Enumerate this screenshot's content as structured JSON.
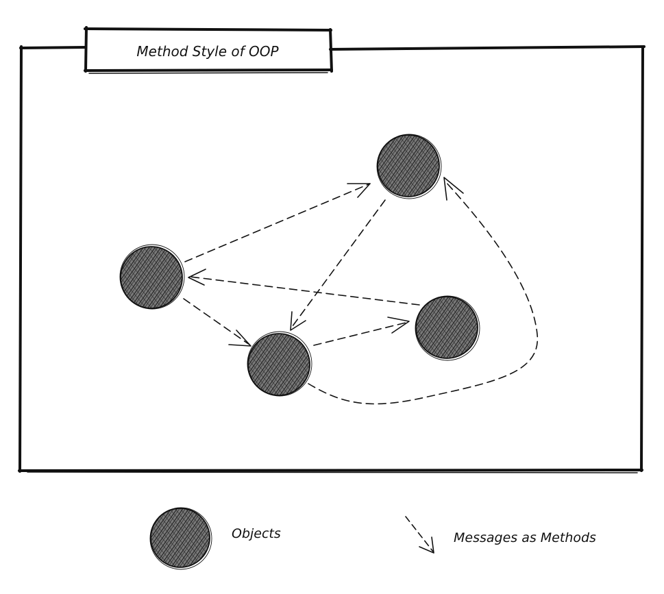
{
  "title": "Method Style of OOP",
  "legend": {
    "objects_label": "Objects",
    "messages_label": "Messages as Methods"
  },
  "nodes": [
    {
      "id": "object-top"
    },
    {
      "id": "object-left"
    },
    {
      "id": "object-bottom"
    },
    {
      "id": "object-right"
    }
  ],
  "edges": [
    {
      "from": "object-left",
      "to": "object-top"
    },
    {
      "from": "object-top",
      "to": "object-bottom"
    },
    {
      "from": "object-right",
      "to": "object-left"
    },
    {
      "from": "object-left",
      "to": "object-bottom"
    },
    {
      "from": "object-bottom",
      "to": "object-right"
    },
    {
      "from": "object-bottom",
      "to": "object-top"
    }
  ],
  "colors": {
    "stroke": "#111111",
    "node_fill": "#666666",
    "hatch": "#222222",
    "background": "#ffffff"
  }
}
